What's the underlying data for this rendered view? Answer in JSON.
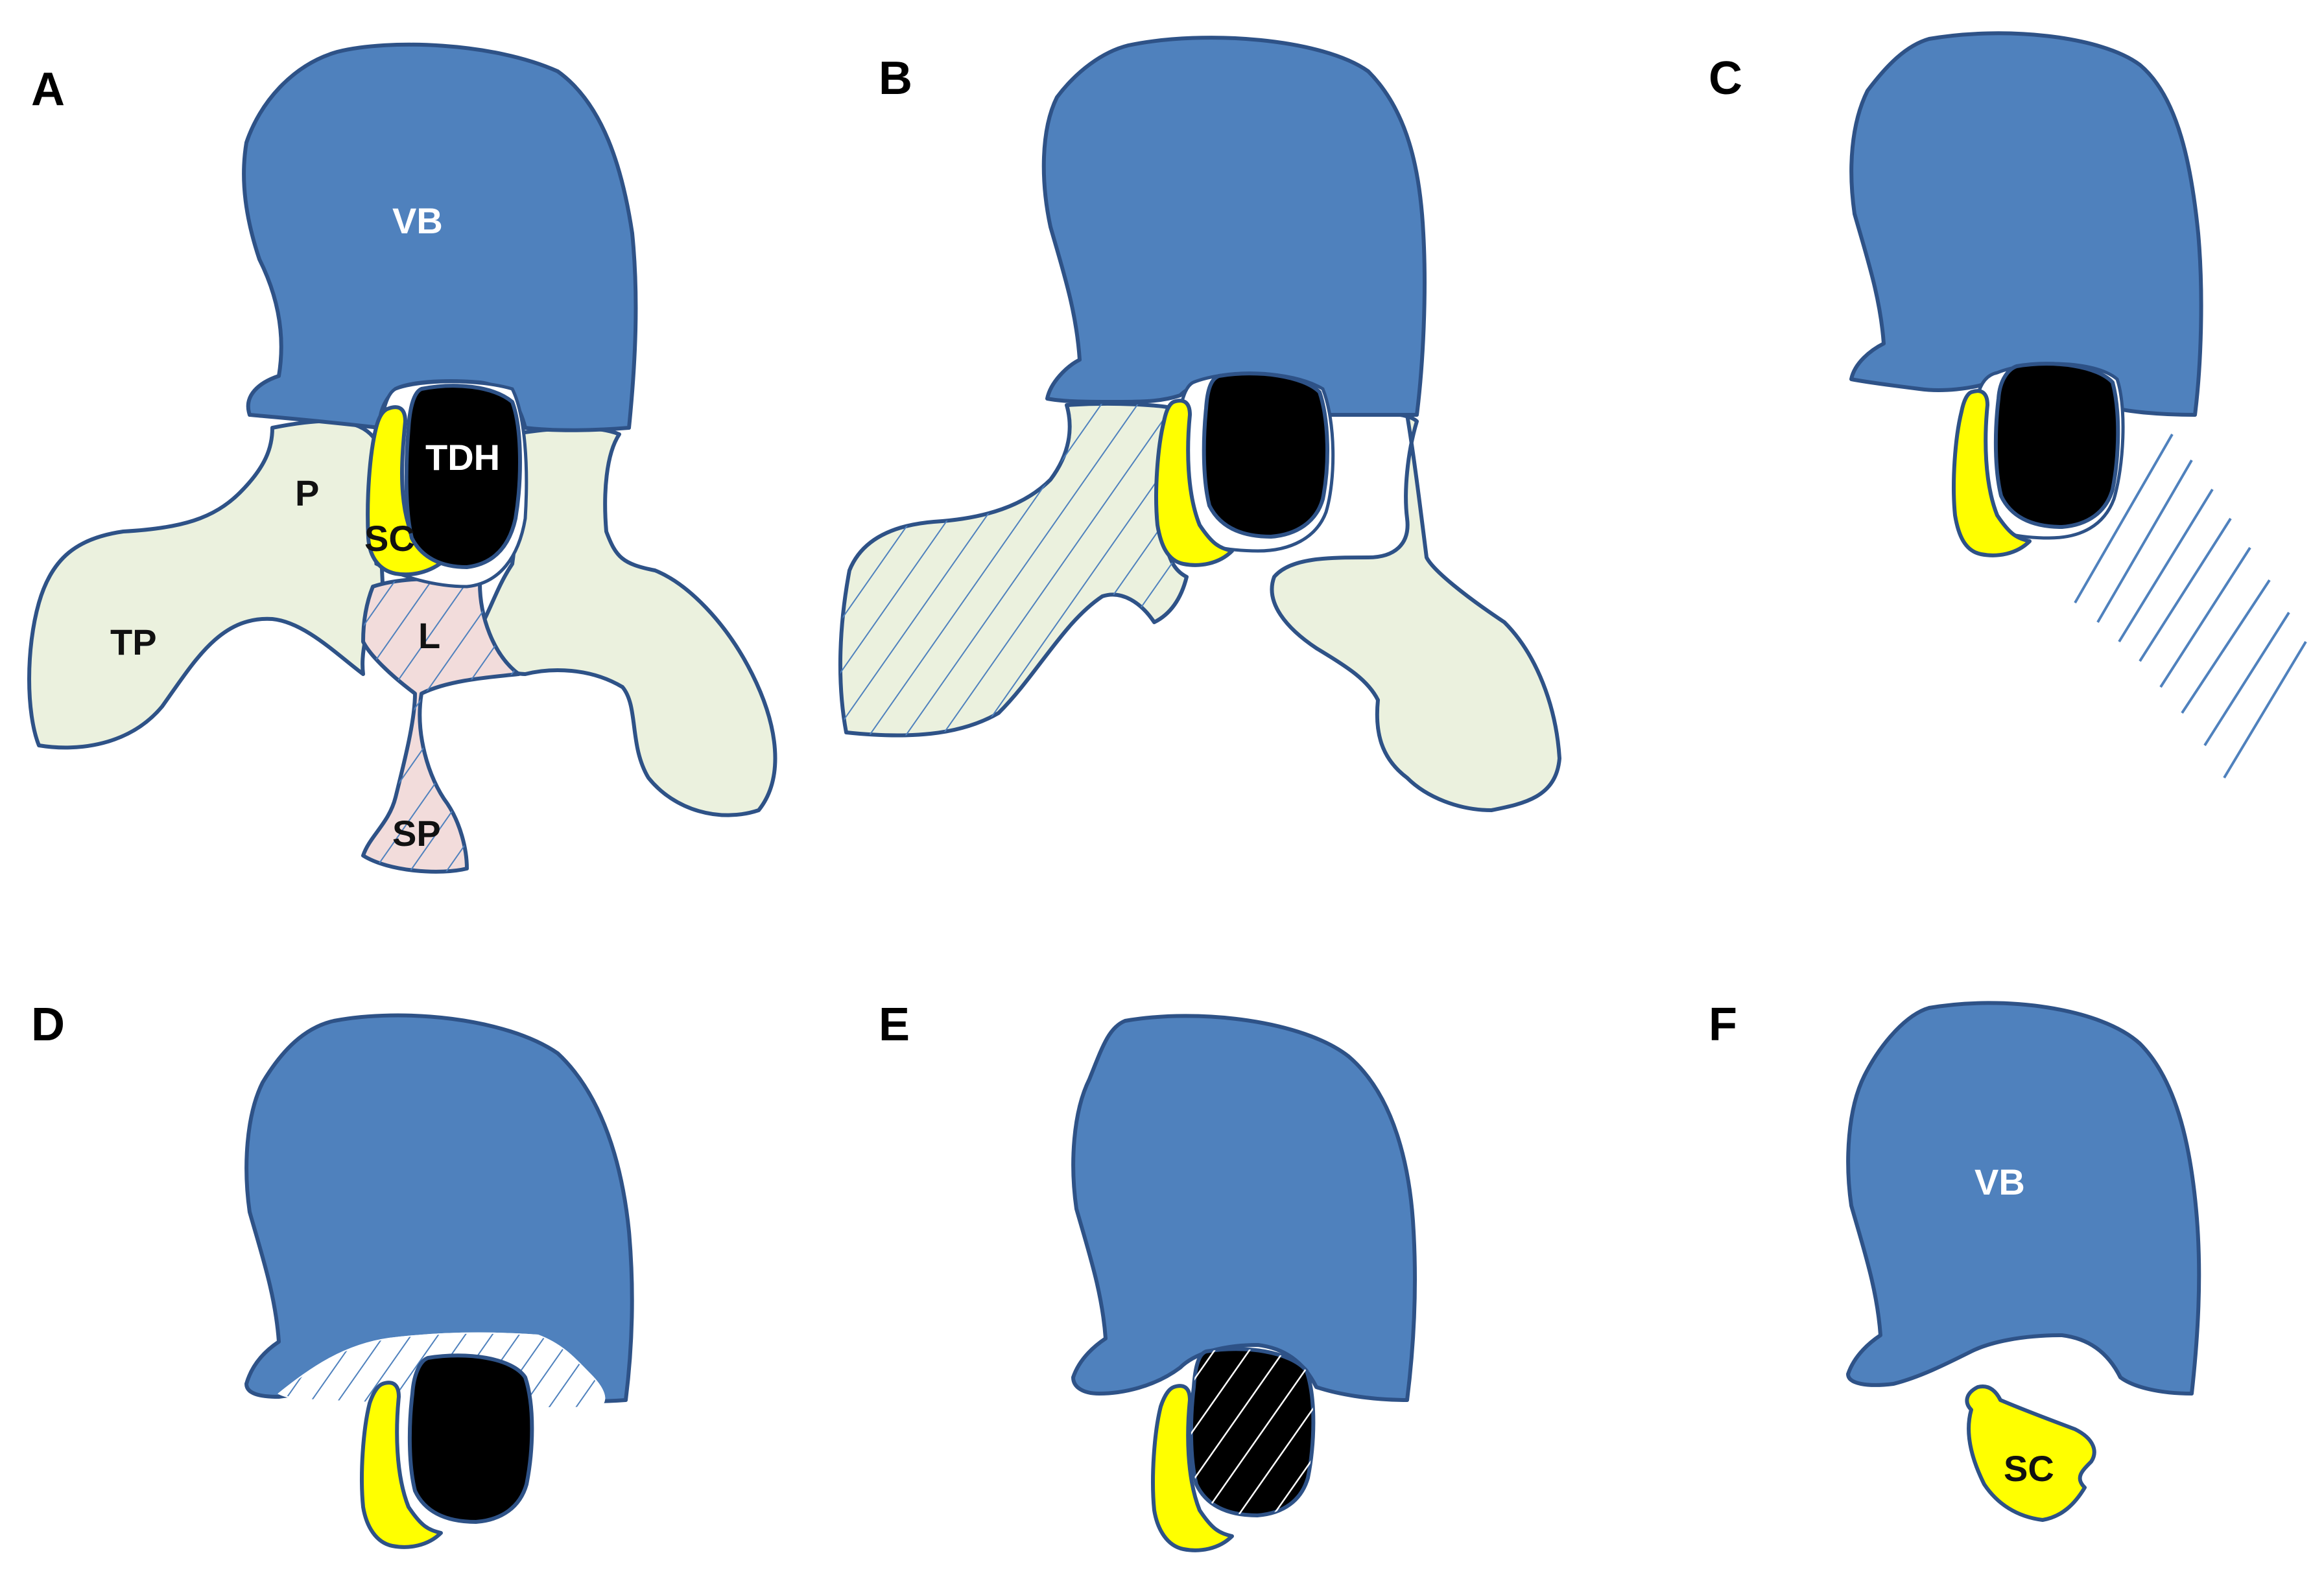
{
  "panels": [
    {
      "letter": "A",
      "labels": {
        "vb": "VB",
        "tdh": "TDH",
        "p": "P",
        "sc": "SC",
        "tp": "TP",
        "l": "L",
        "sp": "SP"
      }
    },
    {
      "letter": "B"
    },
    {
      "letter": "C"
    },
    {
      "letter": "D"
    },
    {
      "letter": "E"
    },
    {
      "letter": "F",
      "labels": {
        "vb": "VB",
        "sc": "SC"
      }
    }
  ],
  "colors": {
    "vertebral_body": "#4f81bd",
    "outline": "#2e5287",
    "spinal_cord": "#ffff00",
    "tdh_mass": "#000000",
    "posterior_elements": "#ebf1de",
    "lamina_spinous": "#f2dcdb",
    "hatch": "#4f81bd"
  }
}
